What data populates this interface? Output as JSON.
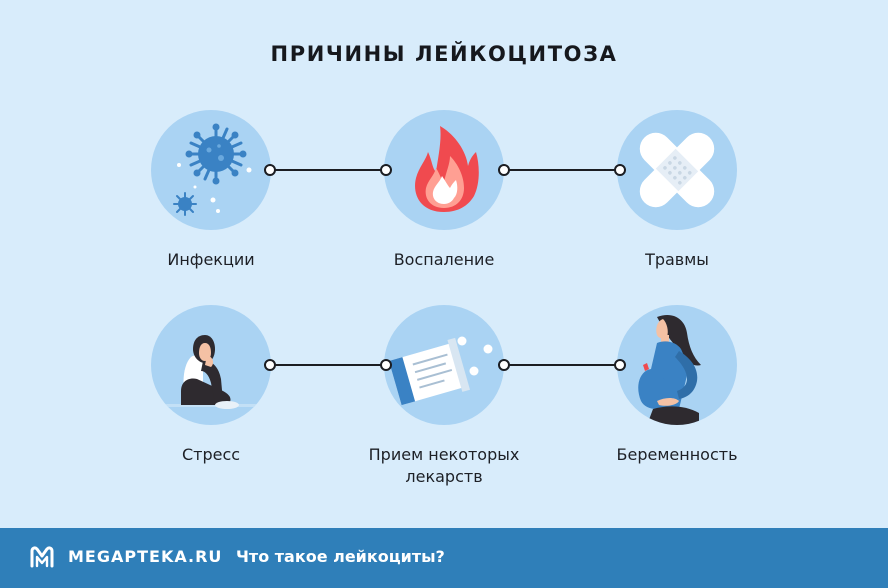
{
  "title": "ПРИЧИНЫ ЛЕЙКОЦИТОЗА",
  "causes": [
    {
      "label": "Инфекции",
      "icon": "virus-icon"
    },
    {
      "label": "Воспаление",
      "icon": "flame-icon"
    },
    {
      "label": "Травмы",
      "icon": "bandage-icon"
    },
    {
      "label": "Стресс",
      "icon": "stressed-person-icon"
    },
    {
      "label_line1": "Прием некоторых",
      "label_line2": "лекарств",
      "icon": "medicine-pack-icon"
    },
    {
      "label": "Беременность",
      "icon": "pregnant-woman-icon"
    }
  ],
  "footer": {
    "brand": "MEGAPTEKA.RU",
    "text": "Что такое лейкоциты?"
  },
  "colors": {
    "background": "#d8ecfb",
    "circle": "#aad3f3",
    "footer": "#2f7fb9",
    "accent_blue": "#3a82c4",
    "flame_red": "#f04a4f"
  }
}
